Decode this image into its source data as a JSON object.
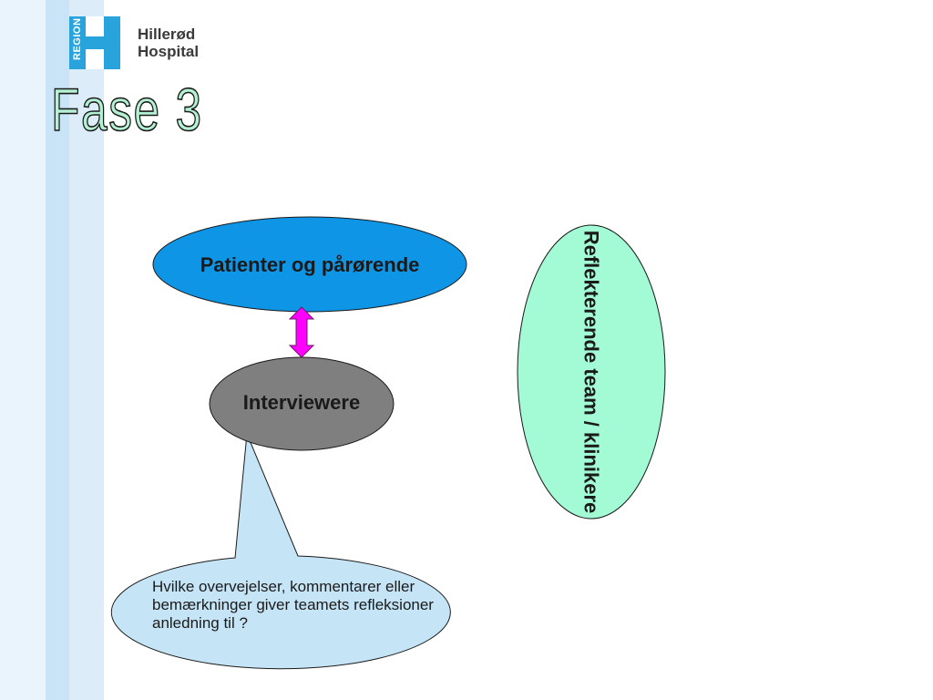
{
  "logo": {
    "region": "REGION",
    "hospital_line1": "Hillerød",
    "hospital_line2": "Hospital",
    "colors": {
      "brand": "#29a3dc"
    }
  },
  "title": "Fase 3",
  "diagram": {
    "nodes": {
      "patients": {
        "label": "Patienter og pårørende",
        "fill": "#0f95e6"
      },
      "interviewers": {
        "label": "Interviewere",
        "fill": "#7f7f7f"
      },
      "team": {
        "label": "Reflekterende team / klinikere",
        "fill": "#a3fbd6"
      },
      "bubble": {
        "label": "Hvilke overvejelser, kommentarer eller bemærkninger giver teamets refleksioner anledning til ?",
        "fill": "#c5e5f7"
      }
    },
    "edges": [
      {
        "from": "patients",
        "to": "interviewers",
        "type": "double-arrow",
        "color": "#ff00ff"
      }
    ]
  }
}
